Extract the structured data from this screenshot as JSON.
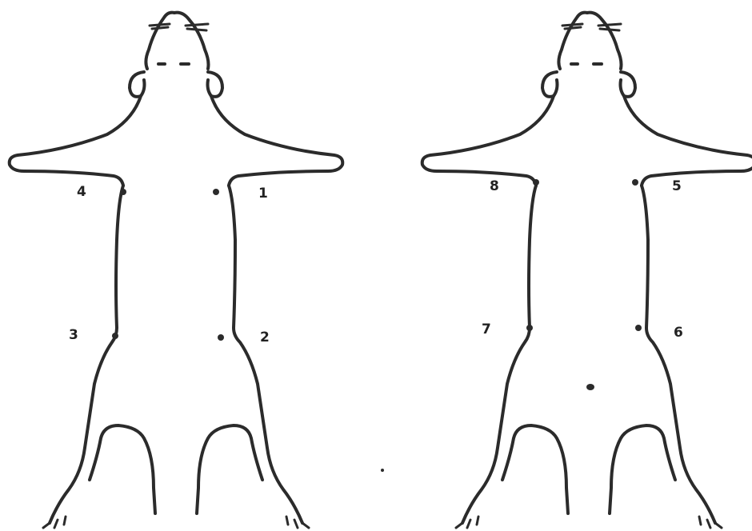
{
  "figures": [
    {
      "id": "left-animal",
      "sites": [
        {
          "label": "1"
        },
        {
          "label": "2"
        },
        {
          "label": "3"
        },
        {
          "label": "4"
        }
      ]
    },
    {
      "id": "right-animal",
      "sites": [
        {
          "label": "5"
        },
        {
          "label": "6"
        },
        {
          "label": "7"
        },
        {
          "label": "8"
        }
      ]
    }
  ]
}
